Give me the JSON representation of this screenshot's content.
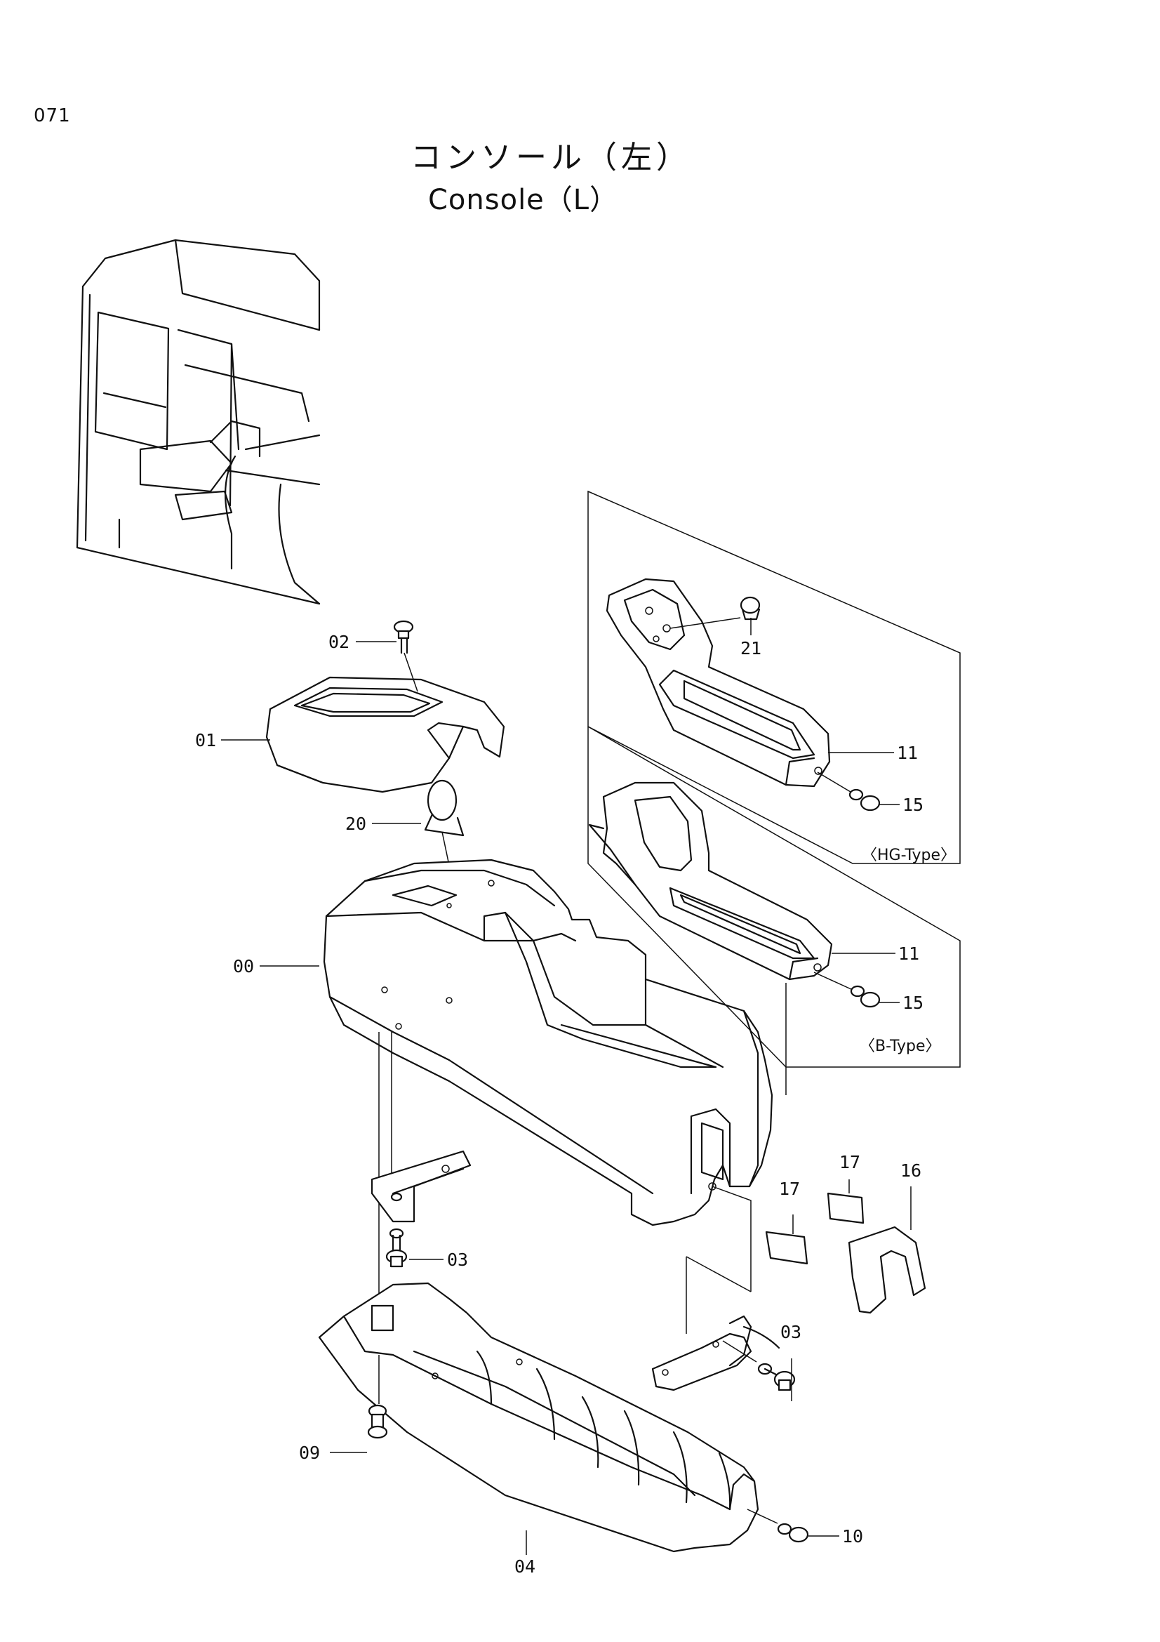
{
  "page": {
    "number": "071"
  },
  "title": {
    "japanese": "コンソール（左）",
    "english": "Console（L）"
  },
  "parts": {
    "p00": "00",
    "p01": "01",
    "p02": "02",
    "p03a": "03",
    "p03b": "03",
    "p04": "04",
    "p09": "09",
    "p10": "10",
    "p11a": "11",
    "p11b": "11",
    "p15a": "15",
    "p15b": "15",
    "p16": "16",
    "p17a": "17",
    "p17b": "17",
    "p20": "20",
    "p21": "21"
  },
  "variants": {
    "hg": "〈HG-Type〉",
    "b": "〈B-Type〉"
  }
}
